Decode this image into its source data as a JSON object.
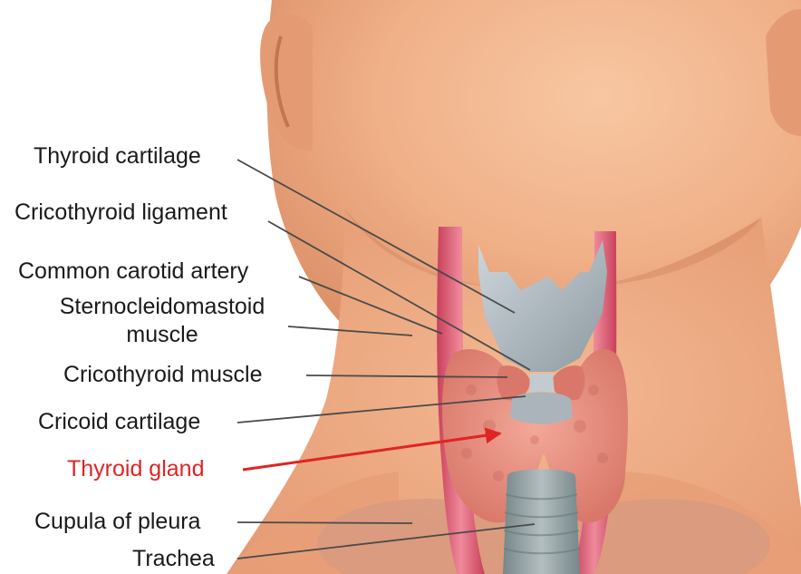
{
  "labels": {
    "thyroid_cartilage": "Thyroid cartilage",
    "cricothyroid_ligament": "Cricothyroid ligament",
    "common_carotid_artery": "Common carotid artery",
    "sternocleidomastoid_line1": "Sternocleidomastoid",
    "sternocleidomastoid_line2": "muscle",
    "cricothyroid_muscle": "Cricothyroid muscle",
    "cricoid_cartilage": "Cricoid cartilage",
    "thyroid_gland": "Thyroid gland",
    "cupula_of_pleura": "Cupula of pleura",
    "trachea": "Trachea"
  },
  "colors": {
    "label_text": "#1a1a1a",
    "highlight_label": "#e02424",
    "leader_line": "#4a4a4a",
    "skin": "#f3b389",
    "skin_shadow": "#d98d62",
    "carotid_artery": "#d9536a",
    "thyroid_gland": "#e98f80",
    "cartilage": "#a9b4bb",
    "trachea": "#8f9c9f"
  }
}
